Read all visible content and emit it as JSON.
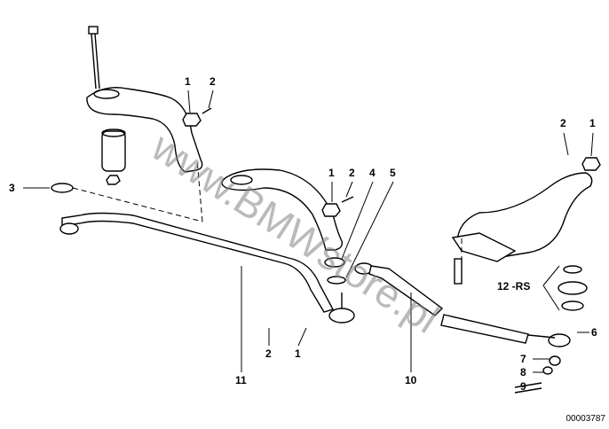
{
  "watermark": "www.BMWstore.pl",
  "part_number": "00003787",
  "callouts": {
    "top_1": "1",
    "top_2": "2",
    "left_3": "3",
    "mid_1": "1",
    "mid_2": "2",
    "mid_4": "4",
    "mid_5": "5",
    "right_2": "2",
    "right_1": "1",
    "right_12": "12 -RS",
    "right_6": "6",
    "bottom_11": "11",
    "bottom_2": "2",
    "bottom_1": "1",
    "bottom_10": "10",
    "bottom_7": "7",
    "bottom_8": "8",
    "bottom_9": "9"
  }
}
